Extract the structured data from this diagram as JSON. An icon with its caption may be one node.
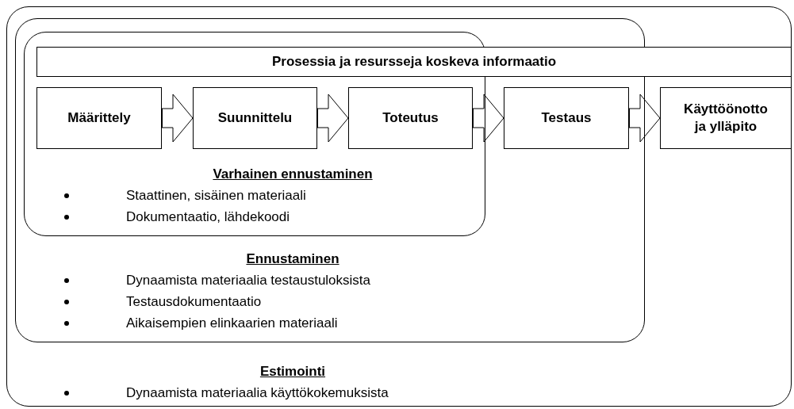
{
  "diagram": {
    "nodes": [
      {
        "text": [
          "Estimointi",
          "Dynaamista materiaalia käyttökokemuksista"
        ]
      },
      {
        "text": [
          "Ennustaminen",
          "Dynaamista materiaalia testaustuloksista",
          "Testausdokumentaatio",
          "Aikaisempien elinkaarien materiaali"
        ],
        "in": 0
      },
      {
        "text": [
          "Varhainen ennustaminen",
          "Staattinen, sisäinen materiaali",
          "Dokumentaatio, lähdekoodi"
        ],
        "in": 1
      },
      {
        "text": [
          "Prosessia ja resursseja koskeva informaatio"
        ],
        "in": 0
      },
      {
        "text": [
          "Määrittely"
        ],
        "in": 2
      },
      {
        "text": [
          "Suunnittelu"
        ],
        "in": 2
      },
      {
        "text": [
          "Toteutus"
        ],
        "in": 2
      },
      {
        "text": [
          "Testaus"
        ],
        "in": 1
      },
      {
        "text": [
          "Käyttöönotto ja ylläpito"
        ],
        "in": 0
      }
    ],
    "edges": [
      {
        "from": 4,
        "to": 5,
        "arrow": "to"
      },
      {
        "from": 5,
        "to": 6,
        "arrow": "to"
      },
      {
        "from": 6,
        "to": 7,
        "arrow": "to"
      },
      {
        "from": 7,
        "to": 8,
        "arrow": "to"
      }
    ]
  }
}
